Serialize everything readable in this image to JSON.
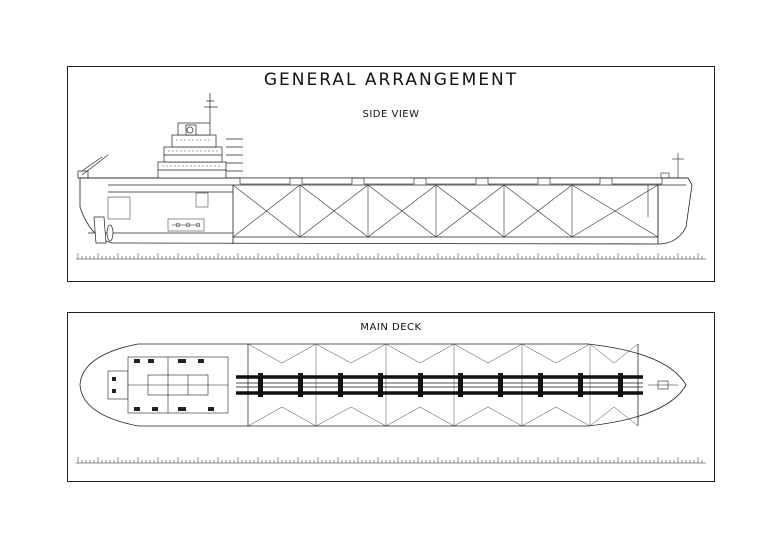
{
  "drawing": {
    "title": "GENERAL ARRANGEMENT",
    "side_view": {
      "label": "SIDE VIEW"
    },
    "main_deck": {
      "label": "MAIN DECK"
    }
  }
}
